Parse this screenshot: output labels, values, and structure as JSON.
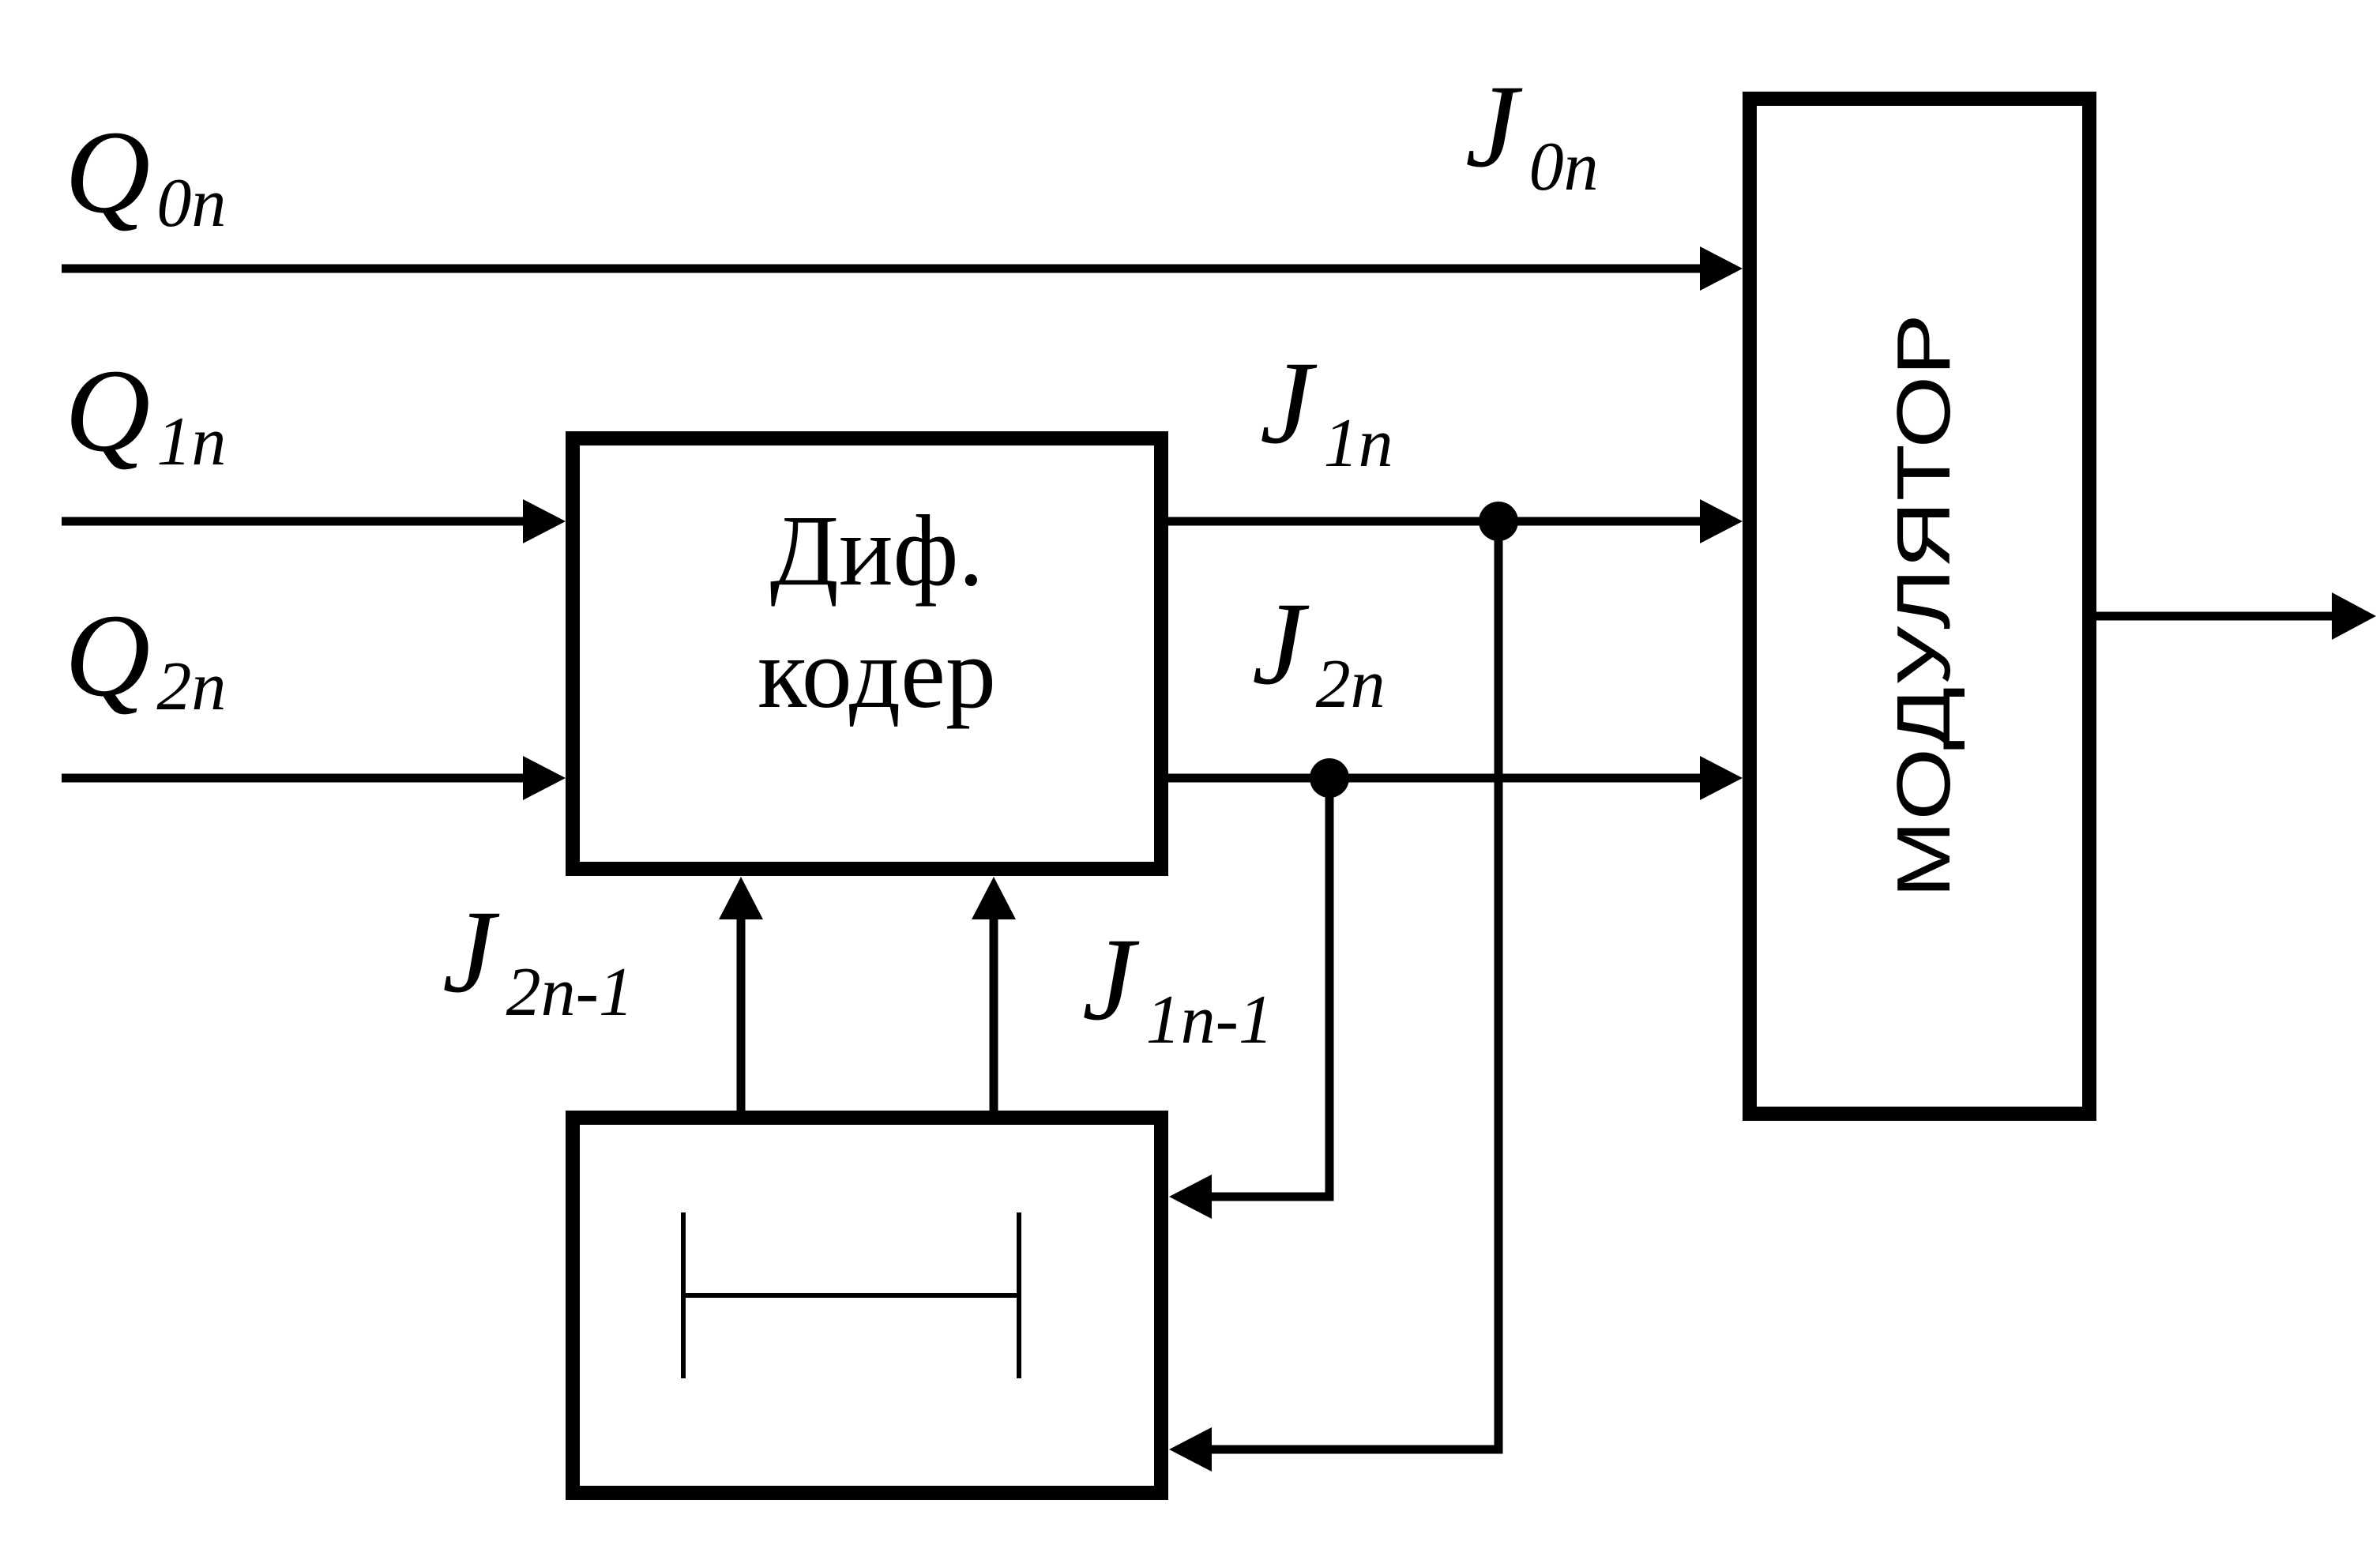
{
  "inputs": {
    "q0": {
      "base": "Q",
      "sub": "0n"
    },
    "q1": {
      "base": "Q",
      "sub": "1n"
    },
    "q2": {
      "base": "Q",
      "sub": "2n"
    }
  },
  "signals": {
    "j0": {
      "base": "J",
      "sub": "0n"
    },
    "j1": {
      "base": "J",
      "sub": "1n"
    },
    "j2": {
      "base": "J",
      "sub": "2n"
    },
    "j2_prev": {
      "base": "J",
      "sub": "2n-1"
    },
    "j1_prev": {
      "base": "J",
      "sub": "1n-1"
    }
  },
  "blocks": {
    "encoder": {
      "line1": "Диф.",
      "line2": "кодер"
    },
    "modulator": {
      "label": "МОДУЛЯТОР"
    }
  }
}
